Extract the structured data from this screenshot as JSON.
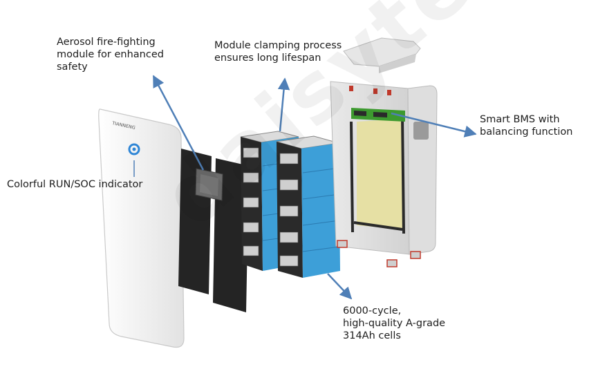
{
  "brand": {
    "logo_text": "TIANNENG"
  },
  "watermark": {
    "text": "daisytech"
  },
  "callouts": {
    "aerosol": "Aerosol fire-fighting\nmodule for enhanced\nsafety",
    "clamping": "Module clamping process\nensures long lifespan",
    "bms": "Smart BMS with\nbalancing function",
    "run_soc": "Colorful RUN/SOC indicator",
    "cells": "6000-cycle,\nhigh-quality A-grade\n314Ah cells"
  },
  "colors": {
    "arrow": "#4f7fb7",
    "cell_blue": "#3d9fd8",
    "panel_black": "#242424",
    "cover_white": "#f3f3f3",
    "bms_green": "#3d9a2f",
    "foam_yellow": "#e6e0a4"
  }
}
